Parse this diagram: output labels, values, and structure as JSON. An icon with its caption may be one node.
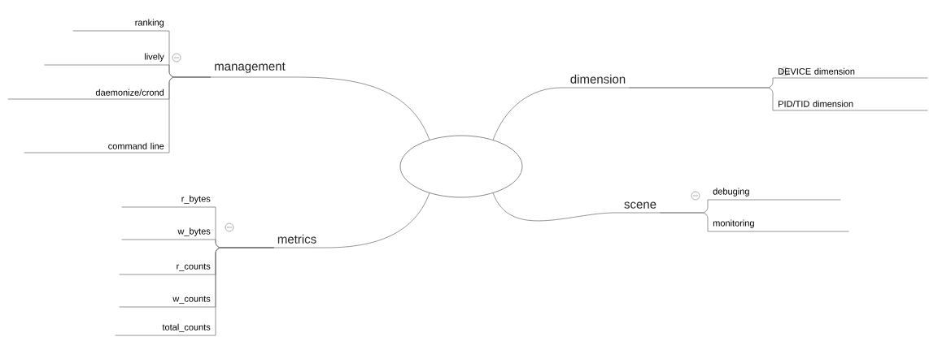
{
  "diagram": {
    "nodes": [
      {
        "text": [],
        "shape": "ellipse"
      },
      {
        "text": [
          "management"
        ]
      },
      {
        "text": [
          "ranking"
        ]
      },
      {
        "text": [
          "lively"
        ]
      },
      {
        "text": [
          "daemonize/crond"
        ]
      },
      {
        "text": [
          "command line"
        ]
      },
      {
        "text": [
          "dimension"
        ]
      },
      {
        "text": [
          "DEVICE dimension"
        ]
      },
      {
        "text": [
          "PID/TID dimension"
        ]
      },
      {
        "text": [
          "scene"
        ]
      },
      {
        "text": [
          "debuging"
        ]
      },
      {
        "text": [
          "monitoring"
        ]
      },
      {
        "text": [
          "metrics"
        ]
      },
      {
        "text": [
          "r_bytes"
        ]
      },
      {
        "text": [
          "w_bytes"
        ]
      },
      {
        "text": [
          "r_counts"
        ]
      },
      {
        "text": [
          "w_counts"
        ]
      },
      {
        "text": [
          "total_counts"
        ]
      }
    ],
    "edges": [
      {
        "from": 0,
        "to": 1,
        "arrow": "none"
      },
      {
        "from": 1,
        "to": 2,
        "arrow": "none"
      },
      {
        "from": 1,
        "to": 3,
        "arrow": "none"
      },
      {
        "from": 1,
        "to": 4,
        "arrow": "none"
      },
      {
        "from": 1,
        "to": 5,
        "arrow": "none"
      },
      {
        "from": 0,
        "to": 6,
        "arrow": "none"
      },
      {
        "from": 6,
        "to": 7,
        "arrow": "none"
      },
      {
        "from": 6,
        "to": 8,
        "arrow": "none"
      },
      {
        "from": 0,
        "to": 9,
        "arrow": "none"
      },
      {
        "from": 9,
        "to": 10,
        "arrow": "none"
      },
      {
        "from": 9,
        "to": 11,
        "arrow": "none"
      },
      {
        "from": 0,
        "to": 12,
        "arrow": "none"
      },
      {
        "from": 12,
        "to": 13,
        "arrow": "none"
      },
      {
        "from": 12,
        "to": 14,
        "arrow": "none"
      },
      {
        "from": 12,
        "to": 15,
        "arrow": "none"
      },
      {
        "from": 12,
        "to": 16,
        "arrow": "none"
      },
      {
        "from": 12,
        "to": 17,
        "arrow": "none"
      }
    ]
  }
}
